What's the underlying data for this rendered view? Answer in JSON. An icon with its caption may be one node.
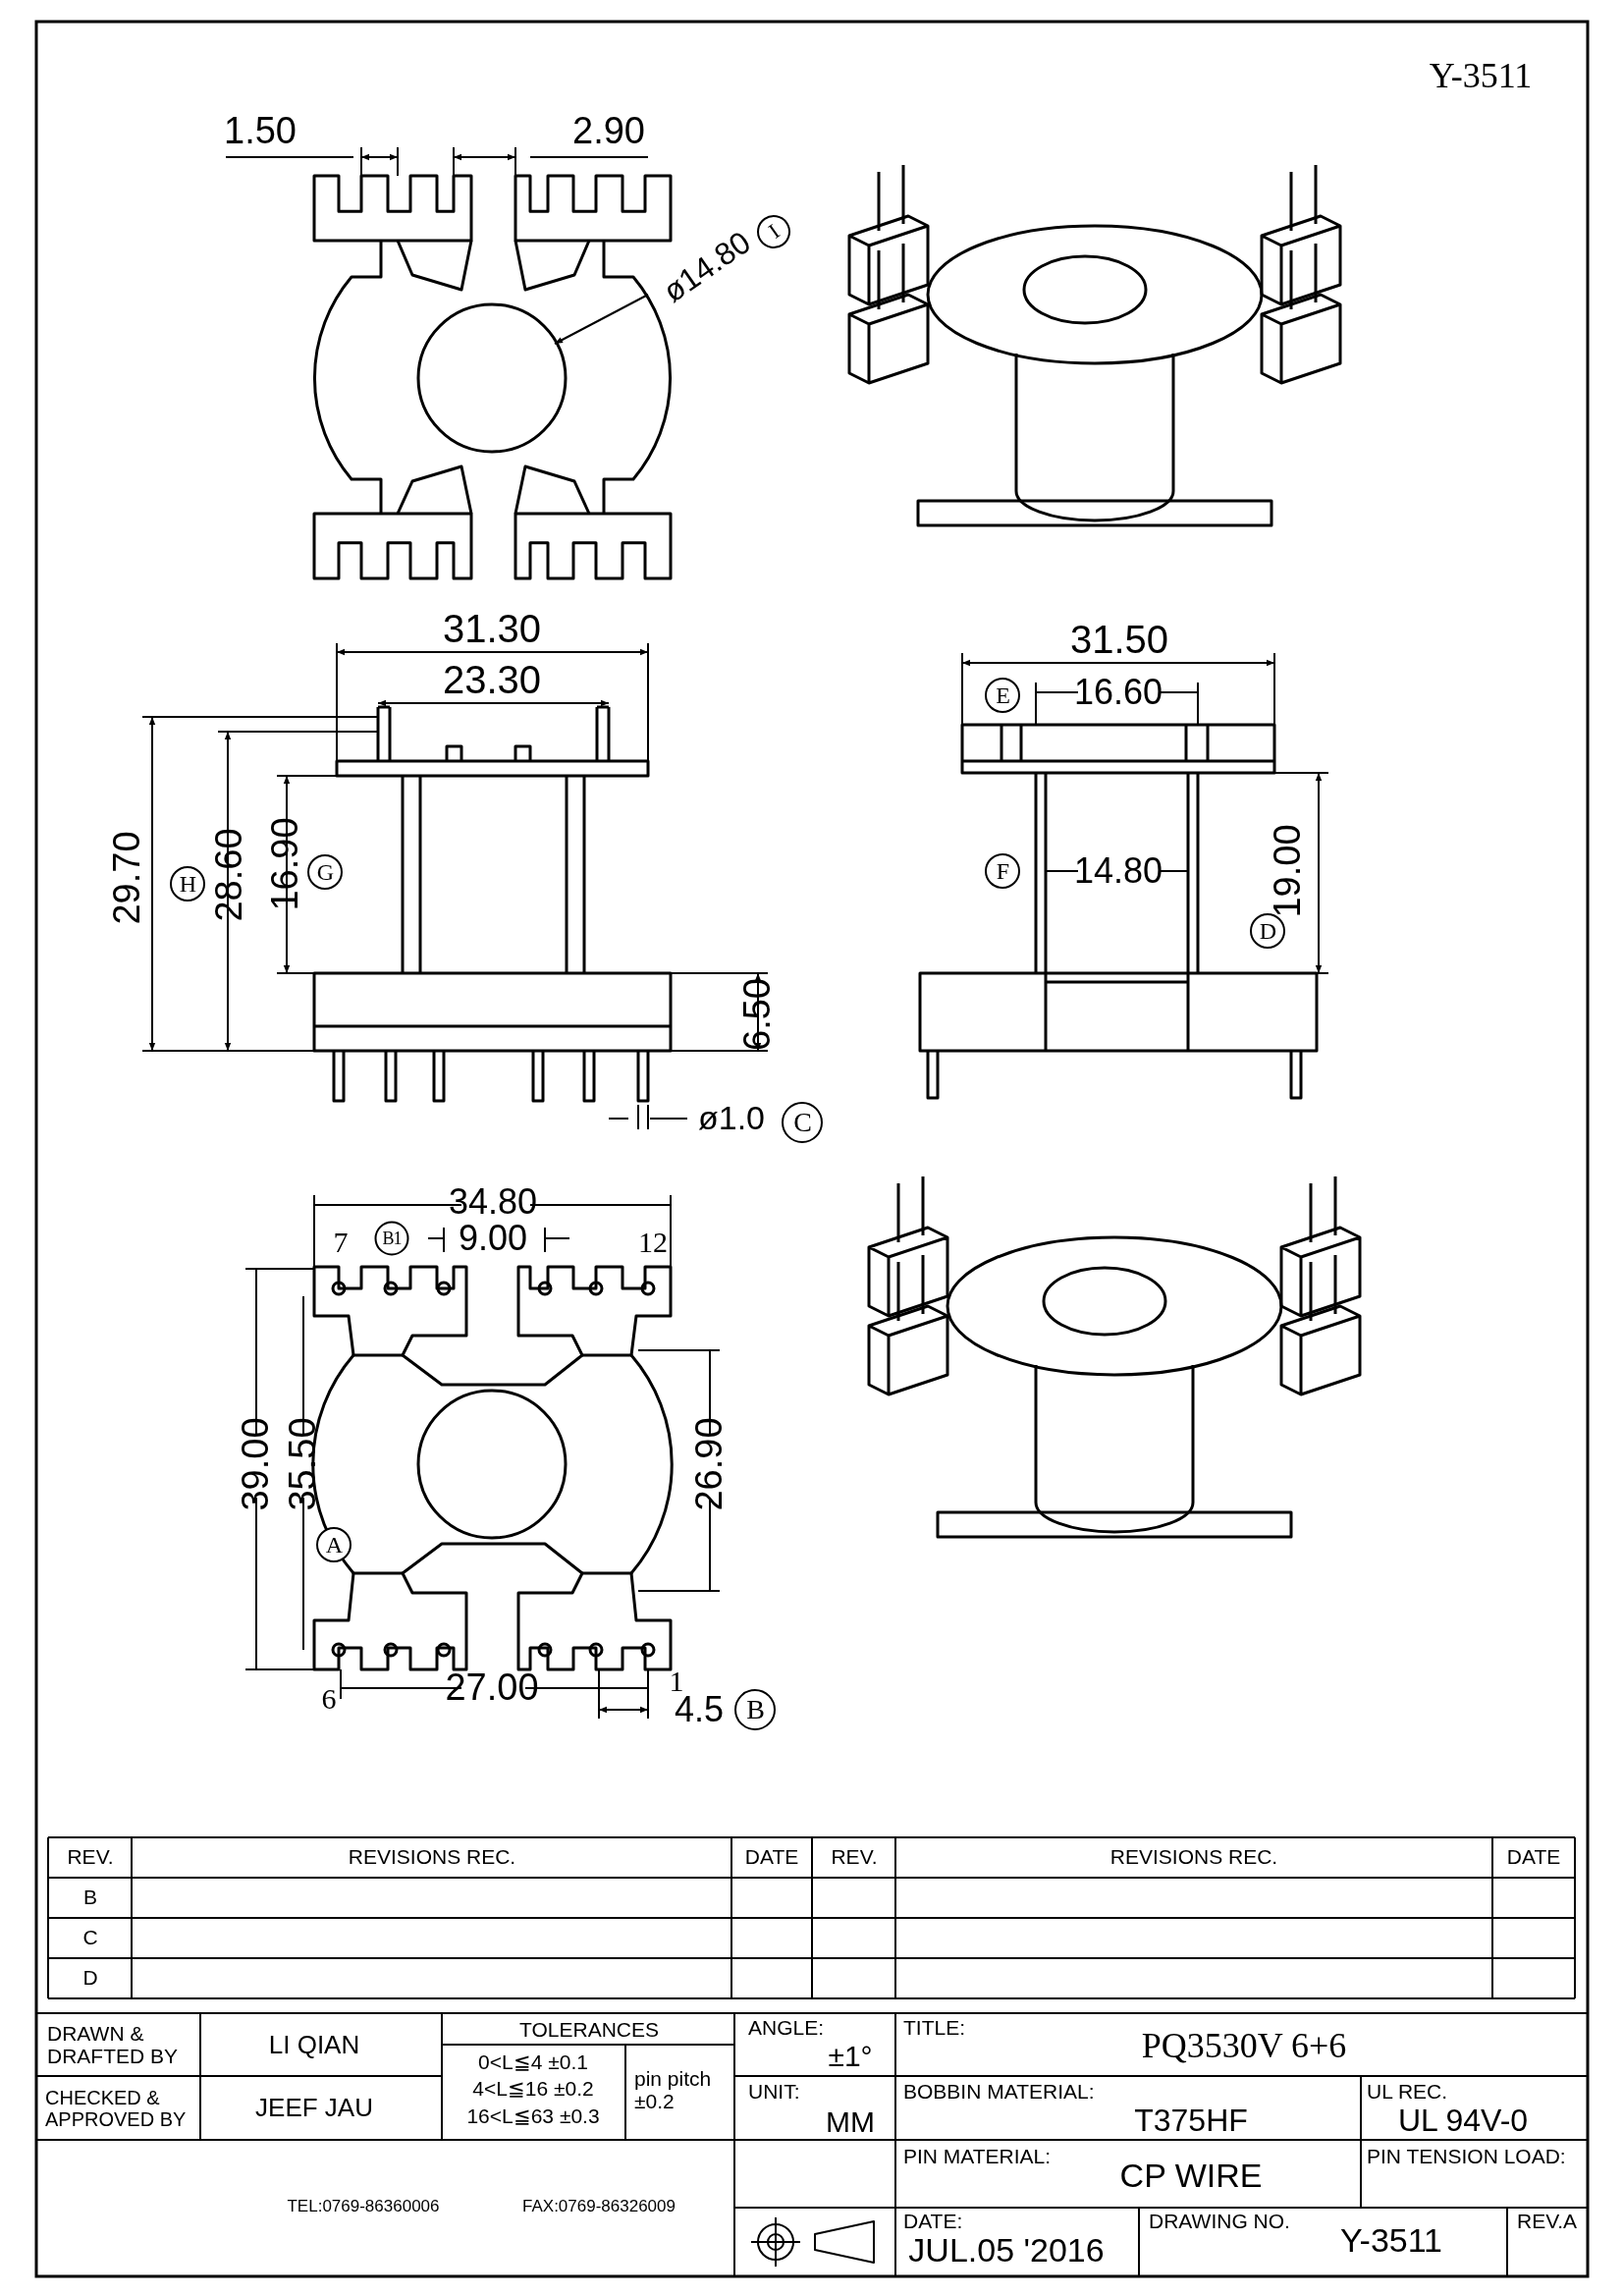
{
  "diagram": {
    "labels": [
      "Y-3511",
      "1.50",
      "2.90",
      "ø14.80",
      "I",
      "31.30",
      "23.30",
      "31.50",
      "E",
      "16.60",
      "29.70",
      "H",
      "28.60",
      "16.90",
      "G",
      "F",
      "14.80",
      "19.00",
      "D",
      "6.50",
      "ø1.0",
      "C",
      "34.80",
      "7",
      "B1",
      "9.00",
      "12",
      "39.00",
      "35.50",
      "26.90",
      "A",
      "6",
      "27.00",
      "1",
      "4.5",
      "B",
      "REV.",
      "REVISIONS REC.",
      "DATE",
      "REV.",
      "REVISIONS REC.",
      "DATE",
      "B",
      "C",
      "D",
      "DRAWN & DRAFTED BY",
      "LI QIAN",
      "TOLERANCES",
      "ANGLE:",
      "±1°",
      "TITLE:",
      "PQ3530V 6+6",
      "0<L≦4 ±0.1",
      "4<L≦16 ±0.2",
      "16<L≦63 ±0.3",
      "pin pitch ±0.2",
      "CHECKED & APPROVED BY",
      "JEEF JAU",
      "UNIT:",
      "MM",
      "BOBBIN MATERIAL:",
      "T375HF",
      "UL REC.",
      "UL 94V-0",
      "TEL:0769-86360006",
      "FAX:0769-86326009",
      "PIN MATERIAL:",
      "CP WIRE",
      "PIN TENSION LOAD:",
      "DATE:",
      "JUL.05 '2016",
      "DRAWING NO.",
      "Y-3511",
      "REV.A"
    ]
  }
}
